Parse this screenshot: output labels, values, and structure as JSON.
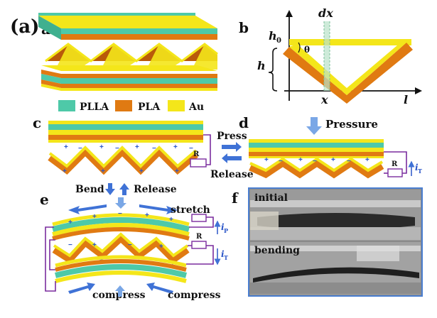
{
  "colors": {
    "plla": "#4ec9a8",
    "pla": "#e07a12",
    "au": "#f4e61a",
    "pla_dark": "#b95a0a",
    "wire": "#7a2c9e",
    "arrow": "#3f72d6",
    "photo_border": "#4b7fd1"
  },
  "figure_label": "(a)",
  "panels": {
    "a": {
      "label": "a"
    },
    "b": {
      "label": "b",
      "h0": "h",
      "h0_sub": "0",
      "h": "h",
      "theta": "θ",
      "dx": "dx",
      "x": "x",
      "l": "l"
    },
    "c": {
      "label": "c"
    },
    "d": {
      "label": "d",
      "pressure": "Pressure"
    },
    "e": {
      "label": "e",
      "stretch": "stretch",
      "compress_left": "compress",
      "compress_right": "compress"
    },
    "f": {
      "label": "f",
      "initial": "initial",
      "bending": "bending"
    }
  },
  "legend": [
    {
      "name": "PLLA",
      "color": "#4ec9a8"
    },
    {
      "name": "PLA",
      "color": "#e07a12"
    },
    {
      "name": "Au",
      "color": "#f4e61a"
    }
  ],
  "actions": {
    "press": "Press",
    "release": "Release",
    "bend": "Bend",
    "release_top": "Release"
  },
  "circuit": {
    "resistor": "R",
    "current_T": "i",
    "current_T_sub": "T",
    "current_P": "i",
    "current_P_sub": "P"
  }
}
